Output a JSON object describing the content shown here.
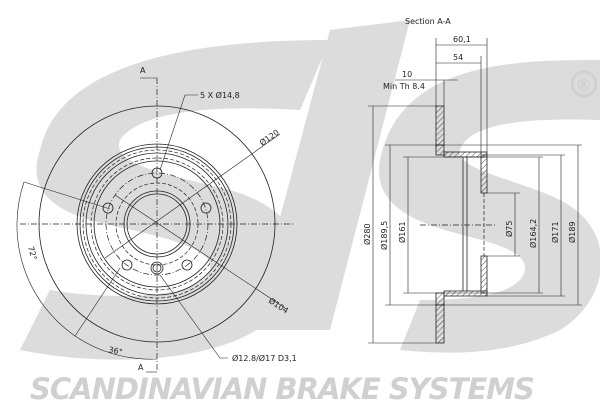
{
  "brand": {
    "name": "SCANDINAVIAN BRAKE SYSTEMS",
    "logo": "sbs",
    "registered": "®"
  },
  "front_view": {
    "section_marker": "A",
    "bolt_holes": "5 X Ø14,8",
    "pcd": "Ø120",
    "center_ring": "Ø104",
    "locating_hole": "Ø12.8/Ø17 D3,1",
    "angle_72": "72°",
    "angle_36": "36°"
  },
  "section_view": {
    "title": "Section A-A",
    "overall_height": "60,1",
    "hat_height": "54",
    "thickness": "10",
    "min_thickness": "Min Th 8.4",
    "diameters": [
      "Ø280",
      "Ø189,5",
      "Ø161",
      "Ø75",
      "Ø164,2",
      "Ø171",
      "Ø189"
    ]
  }
}
